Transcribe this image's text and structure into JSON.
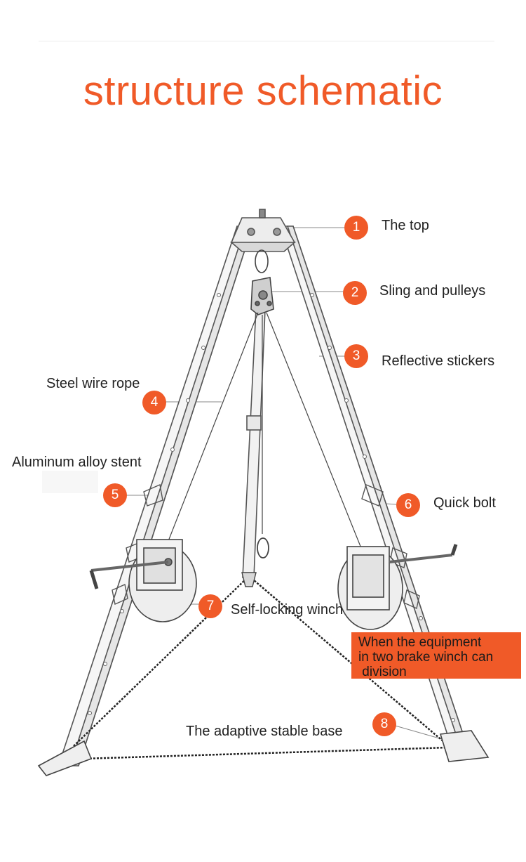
{
  "title": "structure schematic",
  "accent_color": "#f05a28",
  "callouts": [
    {
      "number": "1",
      "label": "The top"
    },
    {
      "number": "2",
      "label": "Sling and pulleys"
    },
    {
      "number": "3",
      "label": "Reflective stickers"
    },
    {
      "number": "4",
      "label": "Steel wire rope"
    },
    {
      "number": "5",
      "label": "Aluminum alloy stent"
    },
    {
      "number": "6",
      "label": "Quick bolt"
    },
    {
      "number": "7",
      "label": "Self-locking winch"
    },
    {
      "number": "8",
      "label": "The adaptive stable base"
    }
  ],
  "note": {
    "line1": "When the equipment",
    "line2": "in two brake winch can",
    "line3": " division"
  }
}
